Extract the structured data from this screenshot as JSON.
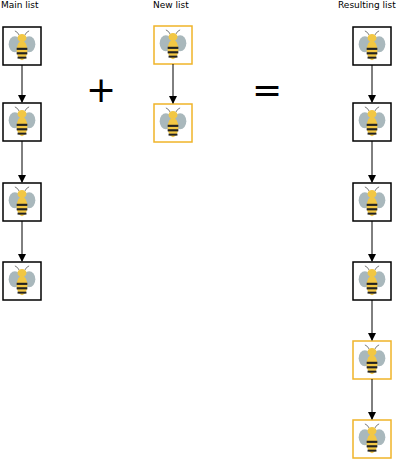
{
  "diagram": {
    "labels": [
      "Main list",
      "New list",
      "Resulting list",
      "+",
      "="
    ]
  }
}
